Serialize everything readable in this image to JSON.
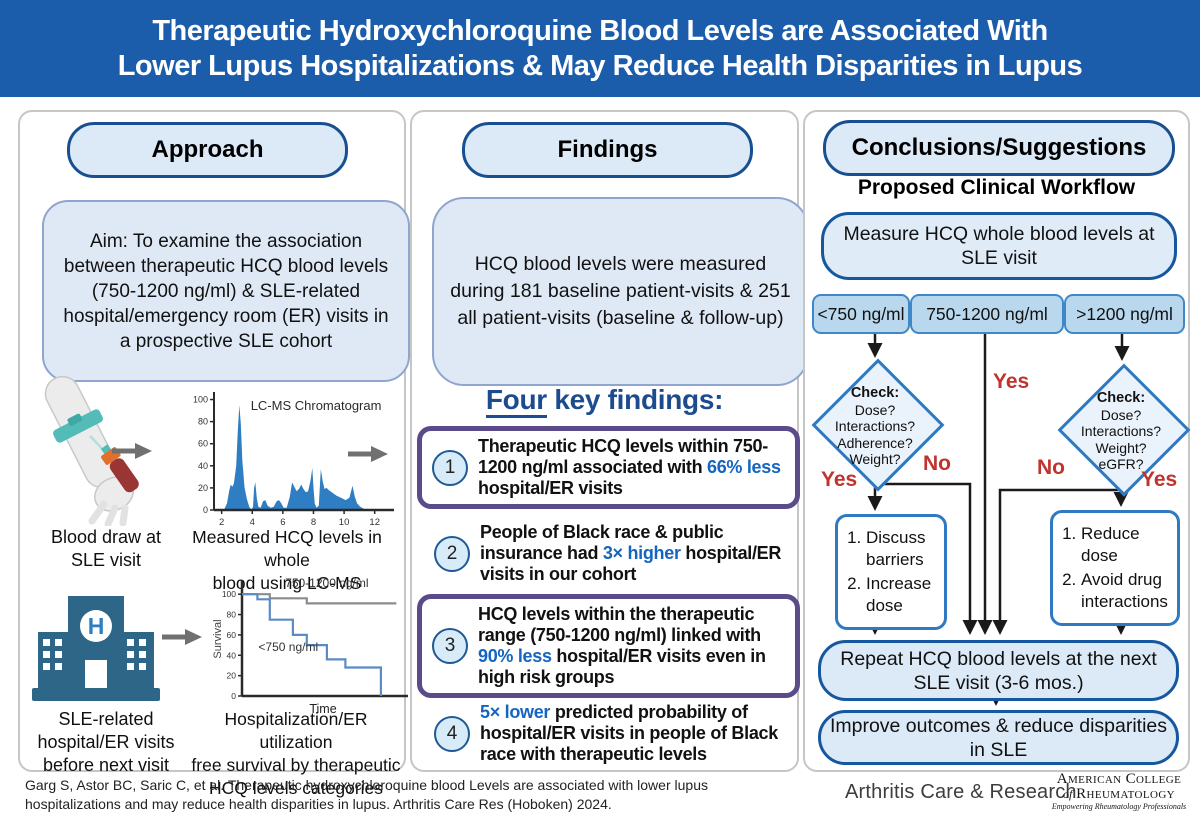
{
  "banner": {
    "title_line1": "Therapeutic Hydroxychloroquine Blood Levels are Associated With",
    "title_line2": "Lower Lupus Hospitalizations & May Reduce Health Disparities in Lupus"
  },
  "approach": {
    "header": "Approach",
    "aim_text": "Aim: To examine the association between therapeutic HCQ blood levels (750-1200 ng/ml) & SLE-related hospital/emergency room (ER) visits in a prospective SLE cohort",
    "blood_draw_caption": "Blood draw at\nSLE visit",
    "chromatogram_caption": "Measured HCQ levels in whole\nblood using LC-MS",
    "hospital_caption": "SLE-related\nhospital/ER visits\nbefore next visit",
    "survival_caption": "Hospitalization/ER utilization\nfree survival by therapeutic\nHCQ levels categories",
    "hospital_letter": "H"
  },
  "findings": {
    "header": "Findings",
    "intro": "HCQ blood levels were measured during 181 baseline patient-visits & 251 all patient-visits (baseline & follow-up)",
    "key_heading_underlined": "Four",
    "key_heading_rest": " key findings:",
    "items": [
      {
        "num": "1",
        "pre": "Therapeutic HCQ levels within 750-1200 ng/ml associated with ",
        "highlight": "66% less",
        "post": " hospital/ER visits"
      },
      {
        "num": "2",
        "pre": "People of Black race & public insurance had ",
        "highlight": "3× higher",
        "post": " hospital/ER visits in our cohort"
      },
      {
        "num": "3",
        "pre": "HCQ levels within the therapeutic range (750-1200 ng/ml) linked with ",
        "highlight": "90% less",
        "post": " hospital/ER visits even in high risk groups"
      },
      {
        "num": "4",
        "pre": "",
        "highlight": "5× lower",
        "post": " predicted probability of hospital/ER visits in people of Black race with therapeutic levels"
      }
    ]
  },
  "conclusions": {
    "header": "Conclusions/Suggestions",
    "subheader": "Proposed Clinical Workflow",
    "measure_pill": "Measure HCQ whole blood levels at SLE visit",
    "chips": [
      "<750 ng/ml",
      "750-1200 ng/ml",
      ">1200 ng/ml"
    ],
    "diamond_left": {
      "title": "Check:",
      "lines": [
        "Dose?",
        "Interactions?",
        "Adherence?",
        "Weight?"
      ]
    },
    "diamond_right": {
      "title": "Check:",
      "lines": [
        "Dose?",
        "Interactions?",
        "Weight?",
        "eGFR?"
      ]
    },
    "labels": {
      "yes": "Yes",
      "no": "No"
    },
    "action_left": {
      "items": [
        "Discuss barriers",
        "Increase dose"
      ]
    },
    "action_right": {
      "items": [
        "Reduce dose",
        "Avoid drug interactions"
      ]
    },
    "repeat_pill": "Repeat HCQ blood levels at the next SLE visit (3-6 mos.)",
    "improve_pill": "Improve outcomes & reduce disparities in SLE"
  },
  "footer": {
    "citation_line1": "Garg S, Astor BC, Saric C, et al. Therapeutic hydroxychloroquine blood Levels are associated with lower lupus",
    "citation_line2": "hospitalizations and may reduce health disparities in lupus. Arthritis Care Res (Hoboken) 2024.",
    "journal_logo": "Arthritis Care & Research",
    "acr_line1": "American College",
    "acr_line2_of": "of",
    "acr_line2_rest": "Rheumatology",
    "acr_tagline": "Empowering Rheumatology Professionals"
  },
  "icons": {
    "blood_draw": "arm-blood-draw-illustration",
    "hospital": "hospital-building-icon",
    "flow_arrow": "right-arrow-icon"
  },
  "chart_data": [
    {
      "id": "chromatogram",
      "type": "area",
      "title": "LC-MS Chromatogram",
      "xlabel": "",
      "ylabel": "",
      "xlim": [
        1.5,
        13
      ],
      "ylim": [
        0,
        105
      ],
      "xticks": [
        2,
        4,
        6,
        8,
        10,
        12
      ],
      "yticks": [
        0,
        20,
        40,
        60,
        80,
        100
      ],
      "color": "#2f7dc2",
      "points": [
        [
          1.6,
          0
        ],
        [
          2.15,
          0
        ],
        [
          2.35,
          6
        ],
        [
          2.5,
          18
        ],
        [
          2.6,
          23
        ],
        [
          2.7,
          21
        ],
        [
          2.8,
          24
        ],
        [
          2.95,
          40
        ],
        [
          3.05,
          70
        ],
        [
          3.15,
          95
        ],
        [
          3.25,
          78
        ],
        [
          3.35,
          45
        ],
        [
          3.5,
          20
        ],
        [
          3.65,
          10
        ],
        [
          3.8,
          3
        ],
        [
          3.95,
          0
        ],
        [
          4.05,
          3
        ],
        [
          4.12,
          20
        ],
        [
          4.2,
          25
        ],
        [
          4.3,
          10
        ],
        [
          4.4,
          3
        ],
        [
          4.55,
          2
        ],
        [
          4.7,
          8
        ],
        [
          4.85,
          9
        ],
        [
          5.0,
          4
        ],
        [
          5.2,
          2
        ],
        [
          5.4,
          3
        ],
        [
          5.6,
          8
        ],
        [
          5.75,
          9
        ],
        [
          5.9,
          6
        ],
        [
          6.05,
          2
        ],
        [
          6.25,
          2
        ],
        [
          6.45,
          12
        ],
        [
          6.6,
          25
        ],
        [
          6.75,
          21
        ],
        [
          6.9,
          17
        ],
        [
          7.05,
          19
        ],
        [
          7.2,
          23
        ],
        [
          7.35,
          19
        ],
        [
          7.5,
          16
        ],
        [
          7.65,
          17
        ],
        [
          7.8,
          26
        ],
        [
          7.92,
          38
        ],
        [
          8.0,
          20
        ],
        [
          8.08,
          6
        ],
        [
          8.2,
          2
        ],
        [
          8.35,
          4
        ],
        [
          8.48,
          37
        ],
        [
          8.6,
          26
        ],
        [
          8.72,
          19
        ],
        [
          8.85,
          20
        ],
        [
          9.0,
          18
        ],
        [
          9.2,
          16
        ],
        [
          9.5,
          13
        ],
        [
          9.8,
          11
        ],
        [
          10.1,
          9
        ],
        [
          10.35,
          11
        ],
        [
          10.55,
          22
        ],
        [
          10.7,
          12
        ],
        [
          10.85,
          6
        ],
        [
          11.05,
          3
        ],
        [
          11.3,
          1
        ],
        [
          11.6,
          0
        ],
        [
          13,
          0
        ]
      ]
    },
    {
      "id": "survival",
      "type": "line-step",
      "title": "",
      "xlabel": "Time",
      "ylabel": "Survival",
      "xlim": [
        0,
        1.05
      ],
      "ylim": [
        0,
        112
      ],
      "yticks": [
        0,
        20,
        40,
        60,
        80,
        100
      ],
      "series": [
        {
          "name": "750-1200 ng/ml",
          "color": "#8c8c8c",
          "points": [
            [
              0,
              100
            ],
            [
              0.18,
              100
            ],
            [
              0.18,
              96
            ],
            [
              0.42,
              96
            ],
            [
              0.42,
              91
            ],
            [
              1.0,
              91
            ]
          ],
          "label_pos": [
            0.55,
            107
          ]
        },
        {
          "name": "<750 ng/ml",
          "color": "#5b8ac5",
          "points": [
            [
              0,
              100
            ],
            [
              0.1,
              100
            ],
            [
              0.1,
              95
            ],
            [
              0.18,
              95
            ],
            [
              0.18,
              75
            ],
            [
              0.33,
              75
            ],
            [
              0.33,
              60
            ],
            [
              0.42,
              60
            ],
            [
              0.42,
              50
            ],
            [
              0.55,
              50
            ],
            [
              0.55,
              36
            ],
            [
              0.67,
              36
            ],
            [
              0.67,
              28
            ],
            [
              0.9,
              28
            ],
            [
              0.9,
              0
            ]
          ],
          "label_pos": [
            0.3,
            44
          ]
        }
      ]
    }
  ]
}
